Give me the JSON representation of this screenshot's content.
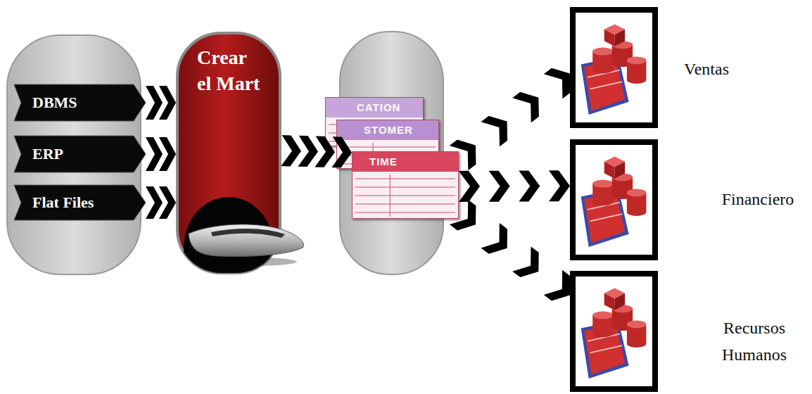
{
  "diagram": {
    "nodes": [
      {
        "text": [
          "DBMS"
        ]
      },
      {
        "text": [
          "ERP"
        ]
      },
      {
        "text": [
          "Flat Files"
        ]
      },
      {
        "text": [
          "Crear el Mart"
        ]
      },
      {
        "text": [
          "CATION"
        ]
      },
      {
        "text": [
          "STOMER"
        ]
      },
      {
        "text": [
          "TIME"
        ]
      },
      {
        "text": [
          "Ventas"
        ]
      },
      {
        "text": [
          "Financiero"
        ]
      },
      {
        "text": [
          "Recursos Humanos"
        ]
      }
    ],
    "edges": [
      {
        "from": 0,
        "to": 3,
        "arrow": "to"
      },
      {
        "from": 1,
        "to": 3,
        "arrow": "to"
      },
      {
        "from": 2,
        "to": 3,
        "arrow": "to"
      },
      {
        "from": 3,
        "to": 6,
        "arrow": "to"
      },
      {
        "from": 6,
        "to": 7,
        "arrow": "to"
      },
      {
        "from": 6,
        "to": 8,
        "arrow": "to"
      },
      {
        "from": 6,
        "to": 9,
        "arrow": "to"
      }
    ]
  }
}
